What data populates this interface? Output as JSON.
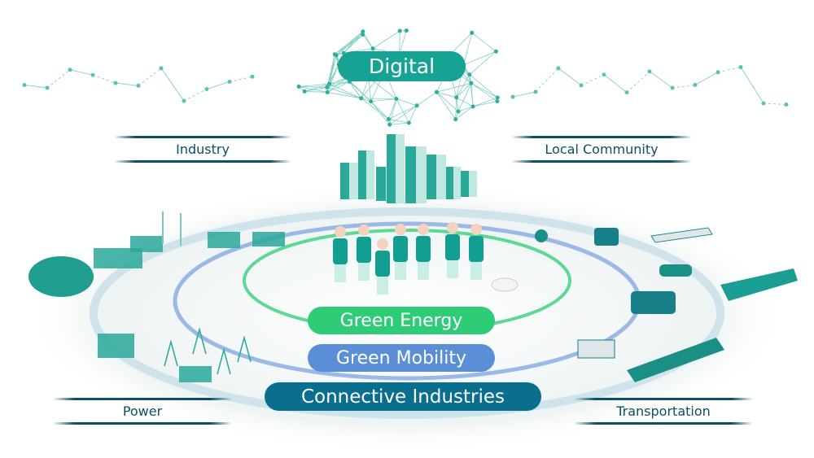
{
  "center": {
    "title": "Digital"
  },
  "layers": [
    {
      "label": "Green Energy",
      "color": "#2ecc76"
    },
    {
      "label": "Green Mobility",
      "color": "#5a8fd8"
    },
    {
      "label": "Connective Industries",
      "color": "#0a6f8f"
    }
  ],
  "sectors": {
    "industry": "Industry",
    "local_community": "Local Community",
    "power": "Power",
    "transportation": "Transportation"
  },
  "colors": {
    "digital": "#16a394",
    "teal": "#1fa99b",
    "label_text": "#0d4f63"
  }
}
